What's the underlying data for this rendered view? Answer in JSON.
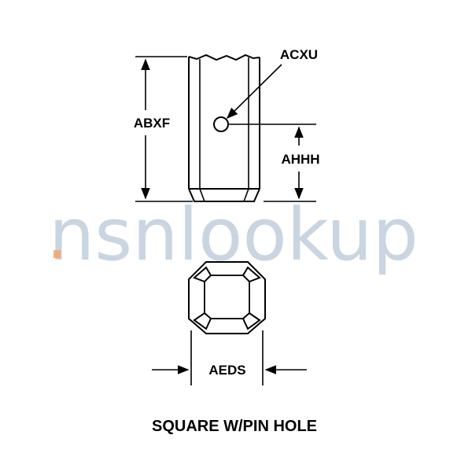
{
  "labels": {
    "acxu": "ACXU",
    "abxf": "ABXF",
    "ahhh": "AHHH",
    "aeds": "AEDS"
  },
  "caption": "SQUARE W/PIN HOLE",
  "watermark": "nsnlookup",
  "colors": {
    "line": "#000000",
    "watermark": "#9db3c9",
    "watermark_accent": "#f4a460",
    "background": "#ffffff"
  }
}
